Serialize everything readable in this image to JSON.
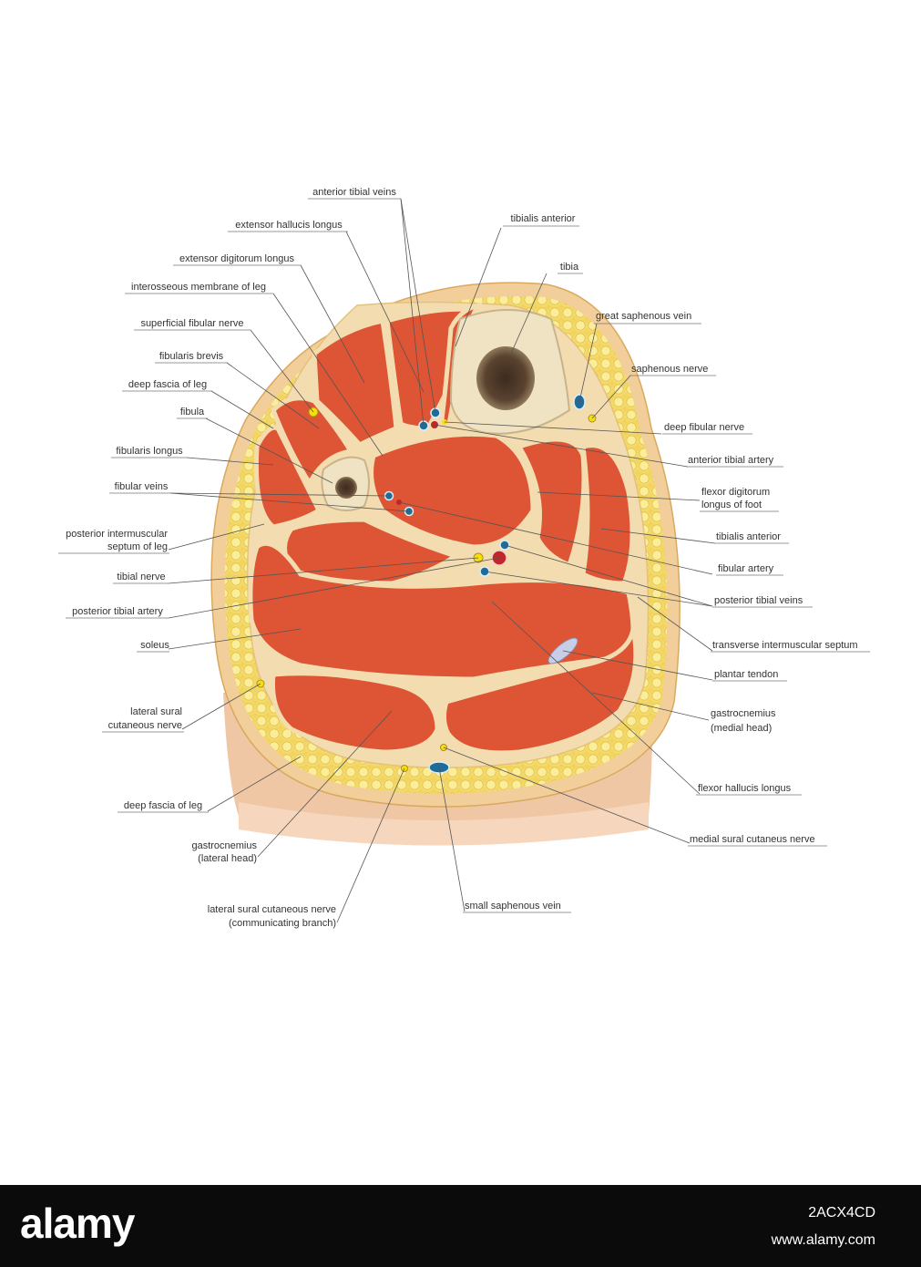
{
  "labels": {
    "anterior_tibial_veins": "anterior tibial veins",
    "extensor_hallucis_longus": "extensor hallucis longus",
    "tibialis_anterior_top": "tibialis anterior",
    "extensor_digitorum_longus": "extensor digitorum longus",
    "tibia": "tibia",
    "interosseous_membrane": "interosseous membrane of leg",
    "great_saphenous_vein": "great saphenous vein",
    "superficial_fibular_nerve": "superficial fibular nerve",
    "fibularis_brevis": "fibularis brevis",
    "saphenous_nerve": "saphenous nerve",
    "deep_fascia_top": "deep fascia of leg",
    "fibula": "fibula",
    "deep_fibular_nerve": "deep fibular nerve",
    "fibularis_longus": "fibularis longus",
    "anterior_tibial_artery": "anterior tibial artery",
    "fibular_veins": "fibular veins",
    "flexor_digitorum_1": "flexor digitorum",
    "flexor_digitorum_2": "longus of foot",
    "posterior_septum_1": "posterior intermuscular",
    "posterior_septum_2": "septum of leg",
    "tibialis_anterior_right": "tibialis anterior",
    "fibular_artery": "fibular artery",
    "tibial_nerve": "tibial nerve",
    "posterior_tibial_veins": "posterior tibial veins",
    "posterior_tibial_artery": "posterior tibial artery",
    "soleus": "soleus",
    "transverse_septum": "transverse intermuscular septum",
    "plantar_tendon": "plantar tendon",
    "lateral_sural_1": "lateral sural",
    "lateral_sural_2": "cutaneous nerve",
    "gastroc_medial_1": "gastrocnemius",
    "gastroc_medial_2": "(medial head)",
    "flexor_hallucis_longus": "flexor hallucis longus",
    "deep_fascia_bottom": "deep fascia of leg",
    "medial_sural": "medial sural cutaneus nerve",
    "gastroc_lateral_1": "gastrocnemius",
    "gastroc_lateral_2": "(lateral head)",
    "lateral_sural_comm_1": "lateral sural cutaneous nerve",
    "lateral_sural_comm_2": "(communicating branch)",
    "small_saphenous_vein": "small saphenous vein"
  },
  "footer": {
    "logo": "alamy",
    "image_id": "2ACX4CD",
    "url": "www.alamy.com"
  },
  "colors": {
    "muscle": "#dd5534",
    "fat": "#f5e07a",
    "fascia": "#f3ddb0",
    "skin": "#f2cf9a",
    "vein": "#1f6b9a",
    "artery": "#c0262a",
    "nerve": "#f4e10c",
    "bone": "#efe3c4"
  }
}
